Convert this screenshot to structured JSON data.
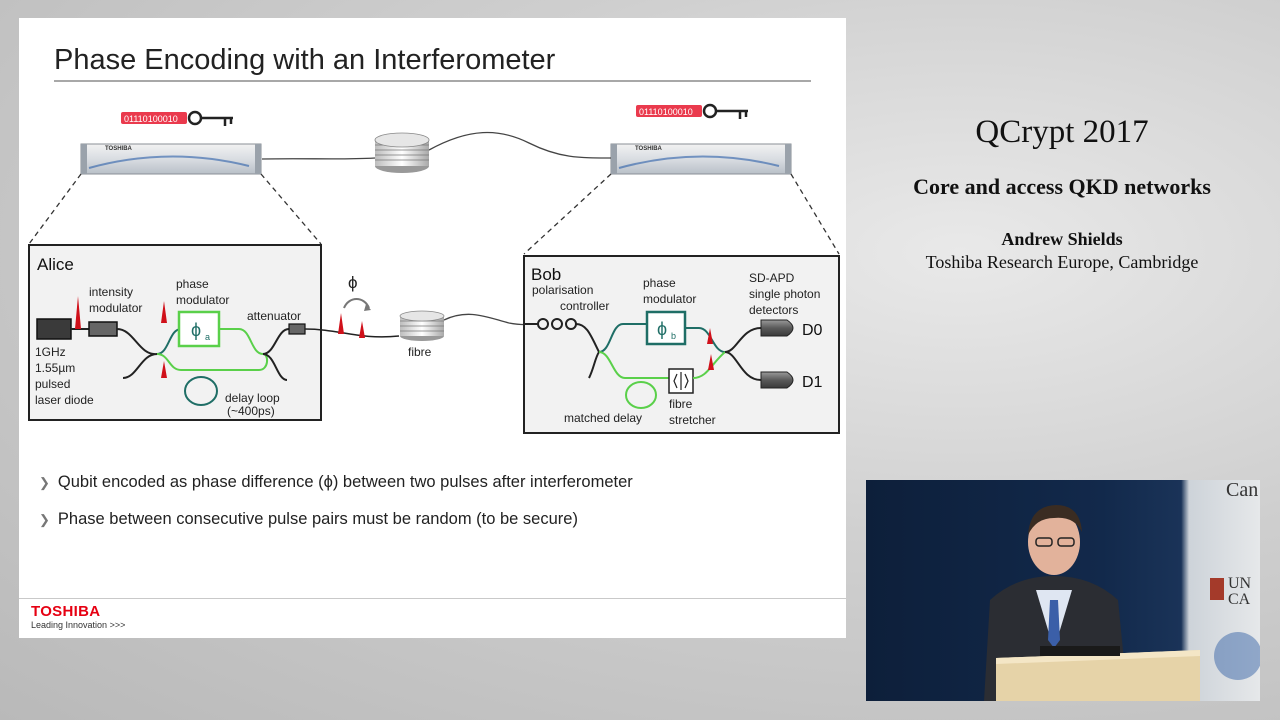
{
  "slide": {
    "title": "Phase Encoding with an Interferometer",
    "bits_alice": "01110100010",
    "bits_bob": "01110100010",
    "device_brand": "TOSHIBA",
    "alice": {
      "label": "Alice",
      "intensity_modulator": [
        "intensity",
        "modulator"
      ],
      "phase_modulator": [
        "phase",
        "modulator"
      ],
      "attenuator": "attenuator",
      "laser": [
        "1GHz",
        "1.55µm",
        "pulsed",
        "laser diode"
      ],
      "delay_loop": [
        "delay loop",
        "(~400ps)"
      ],
      "phi": "ϕ",
      "phi_sub": "a"
    },
    "channel": {
      "phi": "ϕ",
      "fibre": "fibre"
    },
    "bob": {
      "label": "Bob",
      "polarisation_controller": [
        "polarisation",
        "controller"
      ],
      "phase_modulator": [
        "phase",
        "modulator"
      ],
      "detectors": [
        "SD-APD",
        "single photon",
        "detectors"
      ],
      "d0": "D0",
      "d1": "D1",
      "matched_delay": "matched delay",
      "fibre_stretcher": [
        "fibre",
        "stretcher"
      ],
      "phi": "ϕ",
      "phi_sub": "b"
    },
    "bullets": [
      "Qubit encoded as phase difference (ϕ) between two pulses after interferometer",
      "Phase between consecutive pulse pairs must be random (to be secure)"
    ],
    "logo": "TOSHIBA",
    "tagline": "Leading Innovation >>>"
  },
  "conference": {
    "title": "QCrypt 2017",
    "subtitle": "Core and access QKD networks",
    "speaker": "Andrew Shields",
    "affiliation": "Toshiba Research Europe, Cambridge"
  },
  "video_backdrop": {
    "text1": "Can",
    "text2": "UN",
    "text3": "CA"
  },
  "colors": {
    "accent_green": "#5ad04a",
    "teal": "#1f6e66",
    "logo_red": "#e60012",
    "bits_red": "#e8253a"
  }
}
